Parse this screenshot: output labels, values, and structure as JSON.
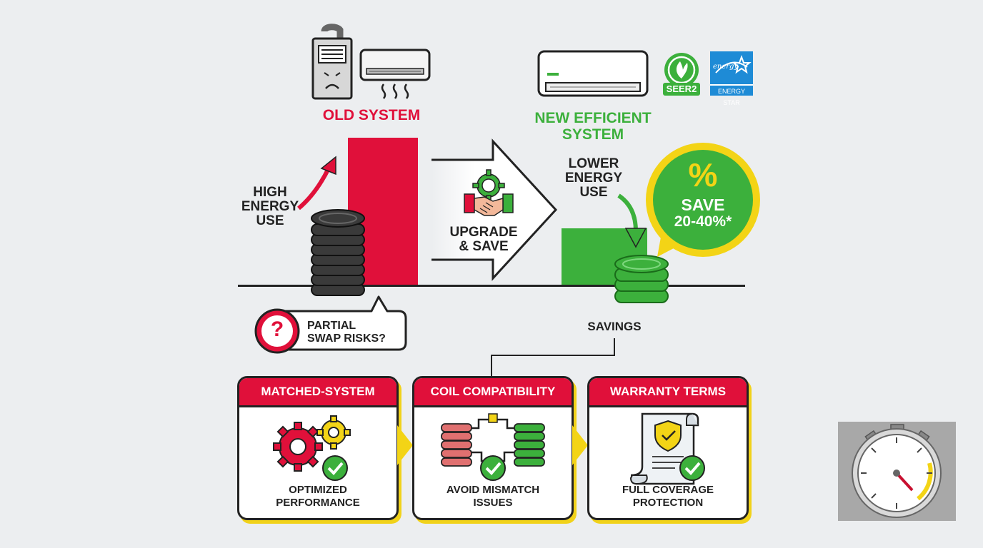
{
  "old_system": {
    "title": "OLD SYSTEM",
    "usage_label": "HIGH\nENERGY\nUSE"
  },
  "new_system": {
    "title": "NEW EFFICIENT\nSYSTEM",
    "usage_label": "LOWER\nENERGY\nUSE",
    "badges": {
      "seer": "SEER2",
      "energy_star": "ENERGY STAR",
      "energy_star_script": "energy"
    }
  },
  "upgrade": {
    "label": "UPGRADE\n& SAVE"
  },
  "save_badge": {
    "symbol": "%",
    "line1": "SAVE",
    "line2": "20-40%*"
  },
  "savings_label": "SAVINGS",
  "risk_bubble": {
    "symbol": "?",
    "text": "PARTIAL\nSWAP RISKS?"
  },
  "cards": [
    {
      "title": "MATCHED-SYSTEM",
      "caption": "OPTIMIZED\nPERFORMANCE"
    },
    {
      "title": "COIL COMPATIBILITY",
      "caption": "AVOID MISMATCH\nISSUES"
    },
    {
      "title": "WARRANTY TERMS",
      "caption": "FULL COVERAGE\nPROTECTION"
    }
  ],
  "colors": {
    "red": "#e0103a",
    "green": "#3cb03c",
    "yellow": "#f3d416",
    "dark": "#222222"
  }
}
